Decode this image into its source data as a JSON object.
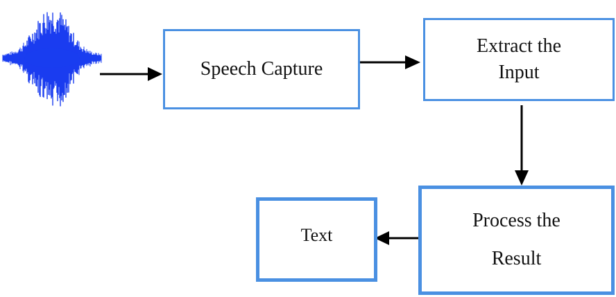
{
  "diagram": {
    "boxes": {
      "speech_capture": "Speech Capture",
      "extract_input": "Extract the\nInput",
      "process_result": "Process the\nResult",
      "text_output": "Text"
    },
    "icons": {
      "input": "sound-waveform-icon"
    },
    "colors": {
      "box_border": "#4a90e2",
      "waveform": "#1a3df0",
      "arrow": "#000000"
    }
  }
}
